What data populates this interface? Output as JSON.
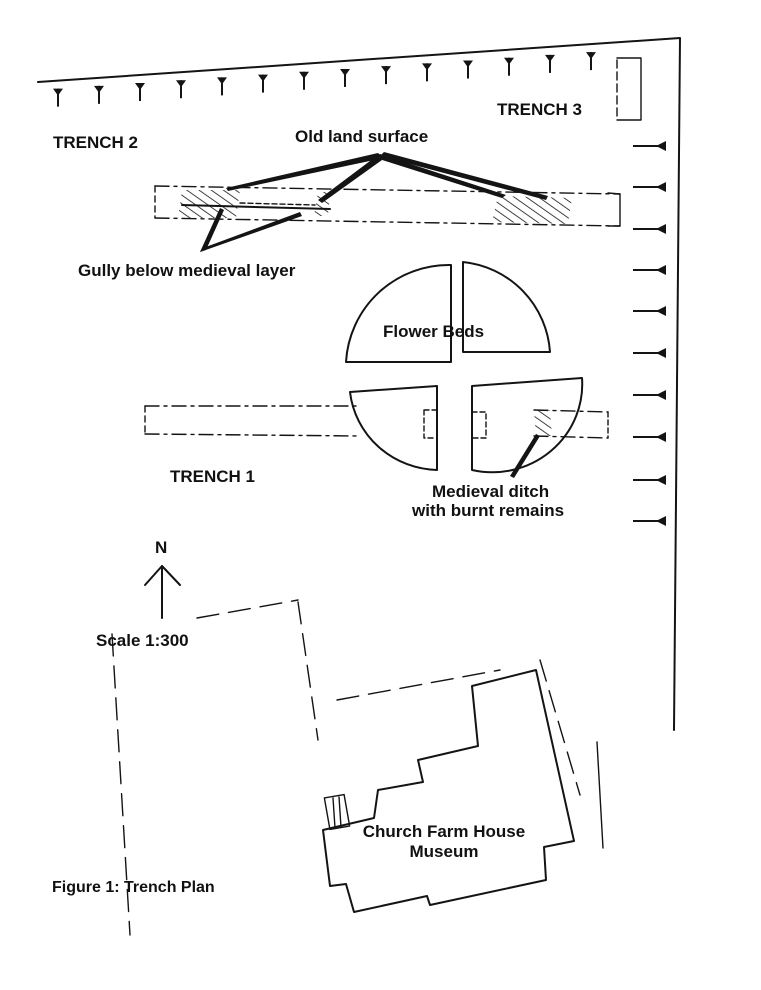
{
  "labels": {
    "trench2": "TRENCH 2",
    "trench3": "TRENCH 3",
    "trench1": "TRENCH 1",
    "old_land_surface": "Old land surface",
    "gully": "Gully below medieval layer",
    "flower_beds": "Flower Beds",
    "ditch_line1": "Medieval ditch",
    "ditch_line2": "with burnt remains",
    "north": "N",
    "scale": "Scale 1:300",
    "house_line1": "Church Farm House",
    "house_line2": "Museum",
    "caption": "Figure 1: Trench Plan"
  },
  "colors": {
    "ink": "#141414",
    "paper": "#ffffff"
  }
}
